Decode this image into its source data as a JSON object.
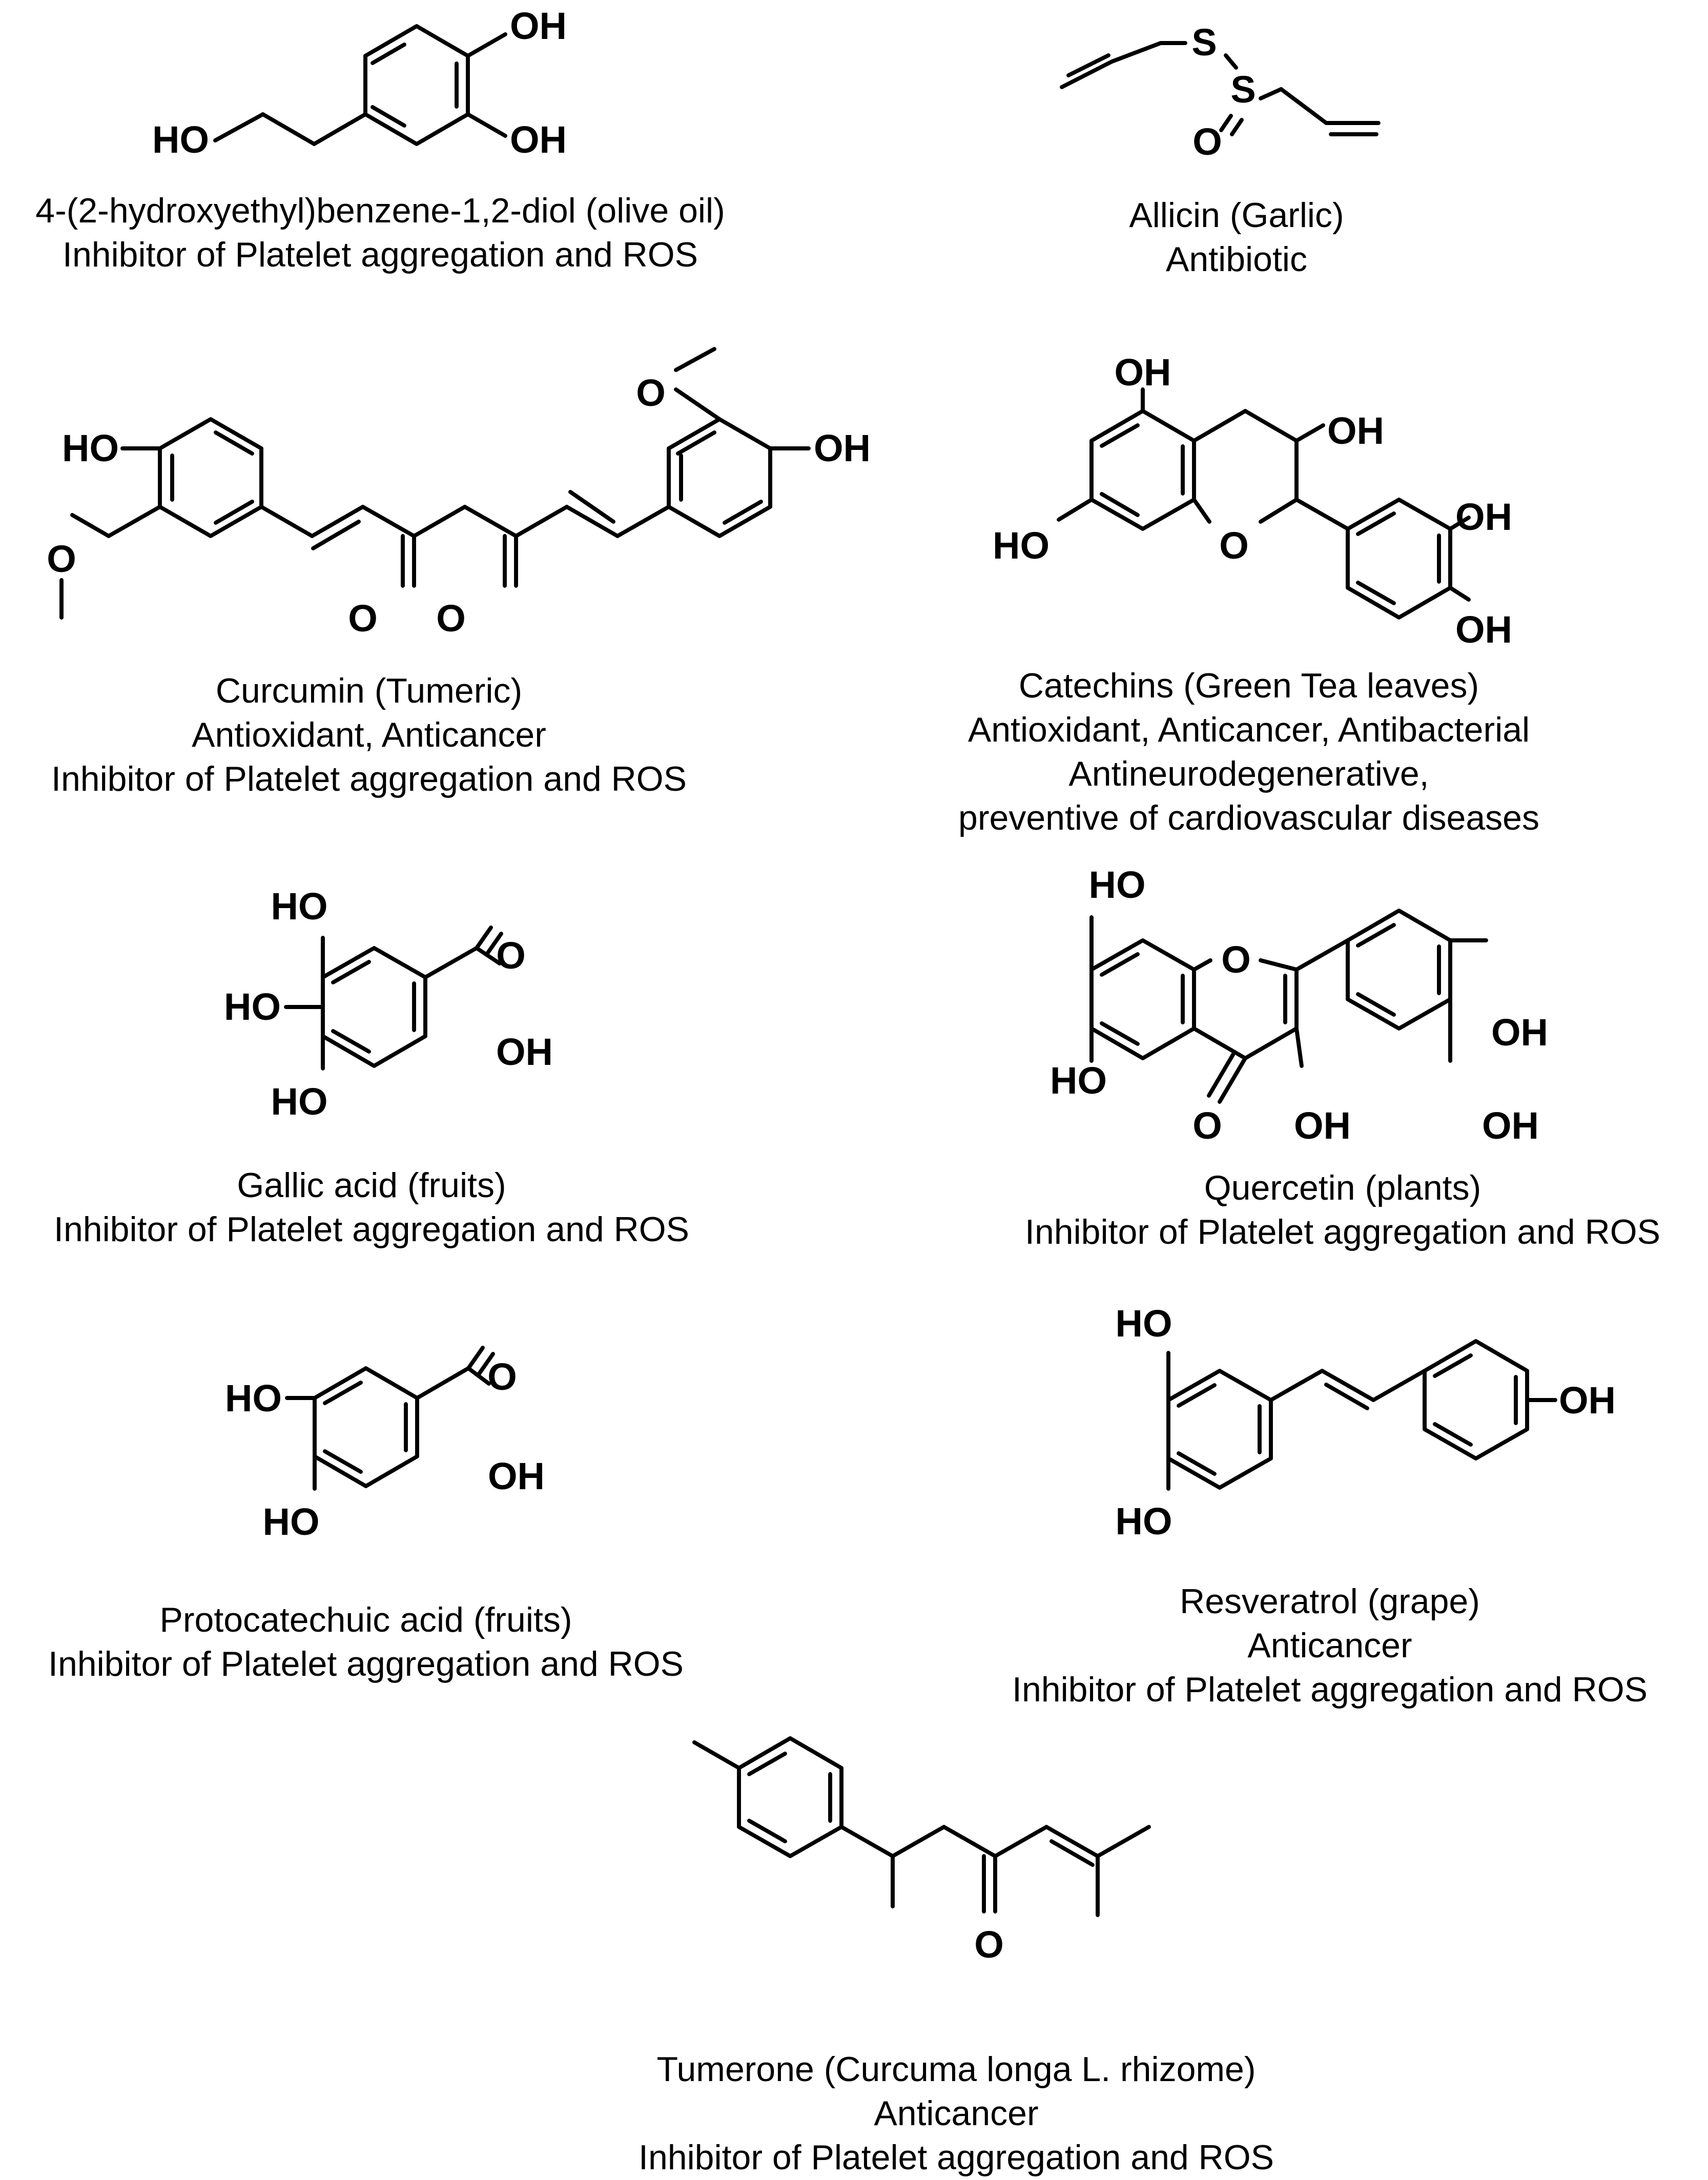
{
  "compounds": [
    {
      "atoms": [
        "OH",
        "OH",
        "HO"
      ],
      "name": "4-(2-hydroxyethyl)benzene-1,2-diol (olive oil)",
      "activities": [
        "Inhibitor of Platelet aggregation and ROS"
      ]
    },
    {
      "atoms": [
        "S",
        "S",
        "O"
      ],
      "name": "Allicin (Garlic)",
      "activities": [
        "Antibiotic"
      ]
    },
    {
      "atoms": [
        "HO",
        "O",
        "O",
        "O",
        "O",
        "OH"
      ],
      "name": "Curcumin (Tumeric)",
      "activities": [
        "Antioxidant, Anticancer",
        "Inhibitor of Platelet aggregation and ROS"
      ]
    },
    {
      "atoms": [
        "OH",
        "OH",
        "HO",
        "O",
        "OH",
        "OH"
      ],
      "name": "Catechins (Green Tea leaves)",
      "activities": [
        "Antioxidant, Anticancer, Antibacterial",
        "Antineurodegenerative,",
        "preventive of cardiovascular diseases"
      ]
    },
    {
      "atoms": [
        "HO",
        "HO",
        "HO",
        "O",
        "OH"
      ],
      "name": "Gallic acid (fruits)",
      "activities": [
        "Inhibitor of Platelet aggregation and ROS"
      ]
    },
    {
      "atoms": [
        "HO",
        "O",
        "HO",
        "O",
        "OH",
        "OH",
        "OH"
      ],
      "name": "Quercetin (plants)",
      "activities": [
        "Inhibitor of Platelet aggregation and ROS"
      ]
    },
    {
      "atoms": [
        "HO",
        "HO",
        "O",
        "OH"
      ],
      "name": "Protocatechuic acid (fruits)",
      "activities": [
        "Inhibitor of Platelet aggregation and ROS"
      ]
    },
    {
      "atoms": [
        "HO",
        "HO",
        "OH"
      ],
      "name": "Resveratrol (grape)",
      "activities": [
        "Anticancer",
        "Inhibitor of Platelet aggregation and ROS"
      ]
    },
    {
      "atoms": [
        "O"
      ],
      "name": "Tumerone (Curcuma longa L. rhizome)",
      "activities": [
        "Anticancer",
        "Inhibitor of Platelet aggregation and ROS"
      ]
    }
  ]
}
